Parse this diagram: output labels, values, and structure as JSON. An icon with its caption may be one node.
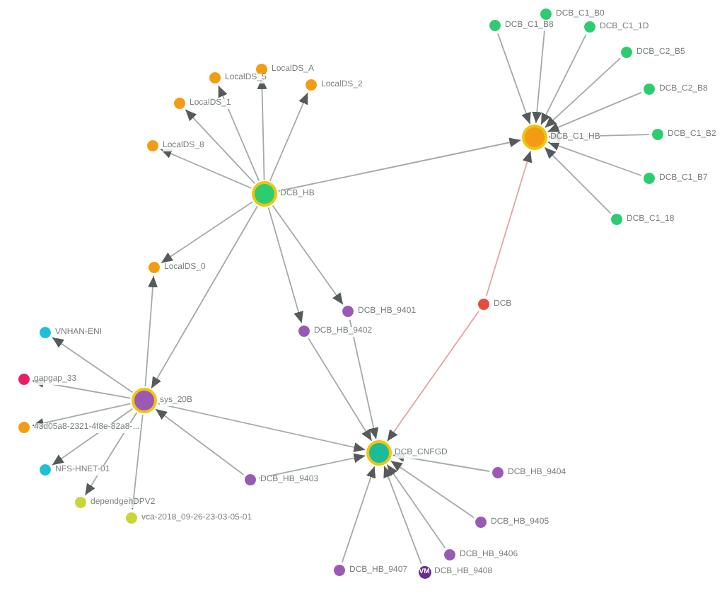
{
  "diagram": {
    "nodes": [
      {
        "text": [
          "LocalDS_A"
        ]
      },
      {
        "text": [
          "LocalDS_5"
        ]
      },
      {
        "text": [
          "LocalDS_2"
        ]
      },
      {
        "text": [
          "LocalDS_1"
        ]
      },
      {
        "text": [
          "LocalDS_8"
        ]
      },
      {
        "text": [
          "DCB_HB"
        ]
      },
      {
        "text": [
          "LocalDS_0"
        ]
      },
      {
        "text": [
          "DCB_C1_B0"
        ]
      },
      {
        "text": [
          "DCB_C1_B8"
        ]
      },
      {
        "text": [
          "DCB_C1_1D"
        ]
      },
      {
        "text": [
          "DCB_C2_B5"
        ]
      },
      {
        "text": [
          "DCB_C2_B8"
        ]
      },
      {
        "text": [
          "DCB_C1_HB"
        ]
      },
      {
        "text": [
          "DCB_C1_B2"
        ]
      },
      {
        "text": [
          "DCB_C1_B7"
        ]
      },
      {
        "text": [
          "DCB_C1_18"
        ]
      },
      {
        "text": [
          "DCB"
        ]
      },
      {
        "text": [
          "DCB_HB_9401"
        ]
      },
      {
        "text": [
          "DCB_HB_9402"
        ]
      },
      {
        "text": [
          "VNHAN-ENI"
        ]
      },
      {
        "text": [
          "gapgap_33"
        ]
      },
      {
        "text": [
          "sys_20B"
        ]
      },
      {
        "text": [
          "43d05a8-2321-4f8e-82a8-..."
        ]
      },
      {
        "text": [
          "NFS-HNET-01"
        ]
      },
      {
        "text": [
          "dependgenDPV2"
        ]
      },
      {
        "text": [
          "vca-2018_09-26-23-03-05-01"
        ]
      },
      {
        "text": [
          "DCB_CNFGD"
        ]
      },
      {
        "text": [
          "DCB_HB_9404"
        ]
      },
      {
        "text": [
          "DCB_HB_9403"
        ]
      },
      {
        "text": [
          "DCB_HB_9405"
        ]
      },
      {
        "text": [
          "DCB_HB_9406"
        ]
      },
      {
        "text": [
          "DCB_HB_9407"
        ]
      },
      {
        "text": [
          "VM",
          "DCB_HB_9408"
        ]
      }
    ],
    "edges": [
      {
        "from": 5,
        "to": 0,
        "arrow": "to"
      },
      {
        "from": 5,
        "to": 1,
        "arrow": "to"
      },
      {
        "from": 5,
        "to": 2,
        "arrow": "to"
      },
      {
        "from": 5,
        "to": 3,
        "arrow": "to"
      },
      {
        "from": 5,
        "to": 4,
        "arrow": "to"
      },
      {
        "from": 5,
        "to": 6,
        "arrow": "to"
      },
      {
        "from": 5,
        "to": 12,
        "arrow": "to"
      },
      {
        "from": 5,
        "to": 21,
        "arrow": "to"
      },
      {
        "from": 5,
        "to": 17,
        "arrow": "to"
      },
      {
        "from": 5,
        "to": 18,
        "arrow": "to"
      },
      {
        "from": 7,
        "to": 12,
        "arrow": "to"
      },
      {
        "from": 8,
        "to": 12,
        "arrow": "to"
      },
      {
        "from": 9,
        "to": 12,
        "arrow": "to"
      },
      {
        "from": 10,
        "to": 12,
        "arrow": "to"
      },
      {
        "from": 11,
        "to": 12,
        "arrow": "to"
      },
      {
        "from": 13,
        "to": 12,
        "arrow": "to"
      },
      {
        "from": 14,
        "to": 12,
        "arrow": "to"
      },
      {
        "from": 15,
        "to": 12,
        "arrow": "to"
      },
      {
        "from": 16,
        "to": 12,
        "arrow": "to",
        "color": "#e3a3a3"
      },
      {
        "from": 16,
        "to": 26,
        "arrow": "to",
        "color": "#e3a3a3"
      },
      {
        "from": 21,
        "to": 6,
        "arrow": "to"
      },
      {
        "from": 21,
        "to": 19,
        "arrow": "to"
      },
      {
        "from": 21,
        "to": 20,
        "arrow": "to"
      },
      {
        "from": 21,
        "to": 22,
        "arrow": "to"
      },
      {
        "from": 21,
        "to": 23,
        "arrow": "to"
      },
      {
        "from": 21,
        "to": 24,
        "arrow": "to"
      },
      {
        "from": 21,
        "to": 25,
        "arrow": "to"
      },
      {
        "from": 21,
        "to": 26,
        "arrow": "to"
      },
      {
        "from": 28,
        "to": 21,
        "arrow": "to"
      },
      {
        "from": 17,
        "to": 26,
        "arrow": "to"
      },
      {
        "from": 18,
        "to": 26,
        "arrow": "to"
      },
      {
        "from": 28,
        "to": 26,
        "arrow": "to"
      },
      {
        "from": 27,
        "to": 26,
        "arrow": "to"
      },
      {
        "from": 29,
        "to": 26,
        "arrow": "to"
      },
      {
        "from": 30,
        "to": 26,
        "arrow": "to"
      },
      {
        "from": 31,
        "to": 26,
        "arrow": "to"
      },
      {
        "from": 32,
        "to": 26,
        "arrow": "to"
      }
    ]
  }
}
